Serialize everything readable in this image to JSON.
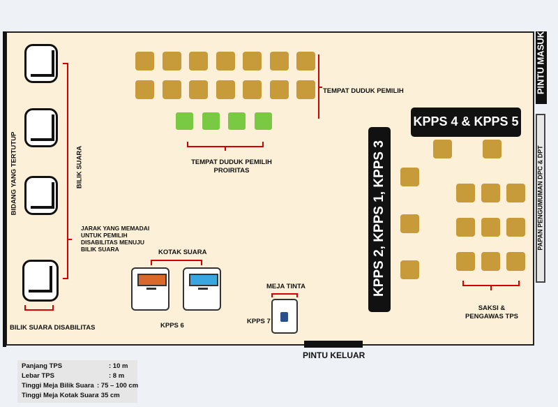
{
  "labels": {
    "pintu_masuk": "PINTU MASUK",
    "papan": "PAPAN PENGUMUMAN DPC & DPT",
    "tempat_duduk": "TEMPAT DUDUK PEMILIH",
    "tempat_duduk_prioritas_1": "TEMPAT DUDUK PEMILIH",
    "tempat_duduk_prioritas_2": "PROIRITAS",
    "bidang": "BIDANG YANG TERTUTUP",
    "bilik_suara": "BILIK SUARA",
    "jarak_1": "JARAK YANG MEMADAI",
    "jarak_2": "UNTUK PEMILIH",
    "jarak_3": "DISABILITAS MENUJU",
    "jarak_4": "BILIK SUARA",
    "bilik_disabilitas": "BILIK SUARA DISABILITAS",
    "kotak_suara": "KOTAK SUARA",
    "kpps6": "KPPS 6",
    "meja_tinta": "MEJA TINTA",
    "kpps7": "KPPS 7",
    "kpps_123": "KPPS 2, KPPS 1, KPPS 3",
    "kpps_45": "KPPS 4 & KPPS 5",
    "saksi_1": "SAKSI &",
    "saksi_2": "PENGAWAS TPS",
    "pintu_keluar": "PINTU KELUAR"
  },
  "info": [
    {
      "key": "Panjang TPS",
      "value": ": 10 m"
    },
    {
      "key": "Lebar TPS",
      "value": ": 8 m"
    },
    {
      "key": "Tinggi Meja Bilik Suara",
      "value": ": 75 – 100 cm"
    },
    {
      "key": "Tinggi Meja Kotak Suara",
      "value": ": 35 cm"
    }
  ],
  "colors": {
    "chair": "#c79a3a",
    "priority_chair": "#7ac943",
    "bracket": "#d40000",
    "ballot_box_1": "#d9692a",
    "ballot_box_2": "#3aa6e0",
    "ink": "#2b4f8a"
  }
}
